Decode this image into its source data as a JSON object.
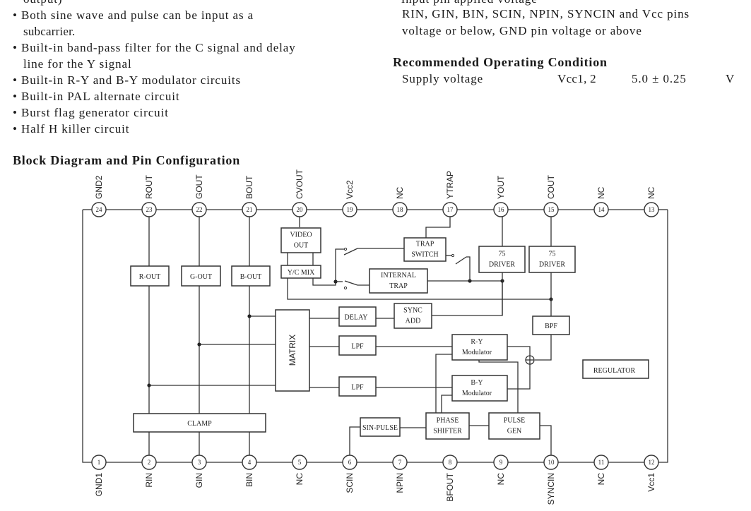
{
  "features": {
    "cut_line": "output)",
    "items": [
      {
        "line1": "• Both sine wave and pulse can be input as a",
        "line2": "subcarrier."
      },
      {
        "line1": "• Built-in band-pass filter for the C signal and delay",
        "line2": "line for the Y signal"
      },
      {
        "line1": "• Built-in R-Y and B-Y modulator circuits"
      },
      {
        "line1": "• Built-in PAL alternate circuit"
      },
      {
        "line1": "• Burst flag generator circuit"
      },
      {
        "line1": "• Half H killer circuit"
      }
    ]
  },
  "ratings": {
    "cut_line": "· Input pin applied voltage",
    "line1": "RIN, GIN, BIN, SCIN, NPIN, SYNCIN and Vcc pins",
    "line2": "voltage or below, GND pin voltage or above"
  },
  "recommended": {
    "title": "Recommended Operating Condition",
    "rows": [
      {
        "parameter": "Supply voltage",
        "symbol": "Vcc1, 2",
        "value": "5.0 ± 0.25",
        "unit": "V"
      }
    ]
  },
  "diagram": {
    "title": "Block Diagram and Pin Configuration",
    "top_pins": [
      {
        "num": "24",
        "name": "GND2"
      },
      {
        "num": "23",
        "name": "ROUT"
      },
      {
        "num": "22",
        "name": "GOUT"
      },
      {
        "num": "21",
        "name": "BOUT"
      },
      {
        "num": "20",
        "name": "CVOUT"
      },
      {
        "num": "19",
        "name": "Vcc2"
      },
      {
        "num": "18",
        "name": "NC"
      },
      {
        "num": "17",
        "name": "YTRAP"
      },
      {
        "num": "16",
        "name": "YOUT"
      },
      {
        "num": "15",
        "name": "COUT"
      },
      {
        "num": "14",
        "name": "NC"
      },
      {
        "num": "13",
        "name": "NC"
      }
    ],
    "bottom_pins": [
      {
        "num": "1",
        "name": "GND1"
      },
      {
        "num": "2",
        "name": "RIN"
      },
      {
        "num": "3",
        "name": "GIN"
      },
      {
        "num": "4",
        "name": "BIN"
      },
      {
        "num": "5",
        "name": "NC"
      },
      {
        "num": "6",
        "name": "SCIN"
      },
      {
        "num": "7",
        "name": "NPIN"
      },
      {
        "num": "8",
        "name": "BFOUT"
      },
      {
        "num": "9",
        "name": "NC"
      },
      {
        "num": "10",
        "name": "SYNCIN"
      },
      {
        "num": "11",
        "name": "NC"
      },
      {
        "num": "12",
        "name": "Vcc1"
      }
    ],
    "blocks": {
      "video_out": [
        "VIDEO",
        "OUT"
      ],
      "yc_mix": "Y/C MIX",
      "trap_switch": [
        "TRAP",
        "SWITCH"
      ],
      "internal_trap": [
        "INTERNAL",
        "TRAP"
      ],
      "driver_y": [
        "75",
        "DRIVER"
      ],
      "driver_c": [
        "75",
        "DRIVER"
      ],
      "r_out": "R-OUT",
      "g_out": "G-OUT",
      "b_out": "B-OUT",
      "matrix": "MATRIX",
      "delay": "DELAY",
      "sync_add": [
        "SYNC",
        "ADD"
      ],
      "bpf": "BPF",
      "lpf_r": "LPF",
      "lpf_b": "LPF",
      "ry_mod": [
        "R-Y",
        "Modulator"
      ],
      "by_mod": [
        "B-Y",
        "Modulator"
      ],
      "regulator": "REGULATOR",
      "clamp": "CLAMP",
      "sin_pulse": "SIN-PULSE",
      "phase_shifter": [
        "PHASE",
        "SHIFTER"
      ],
      "pulse_gen": [
        "PULSE",
        "GEN"
      ]
    }
  }
}
